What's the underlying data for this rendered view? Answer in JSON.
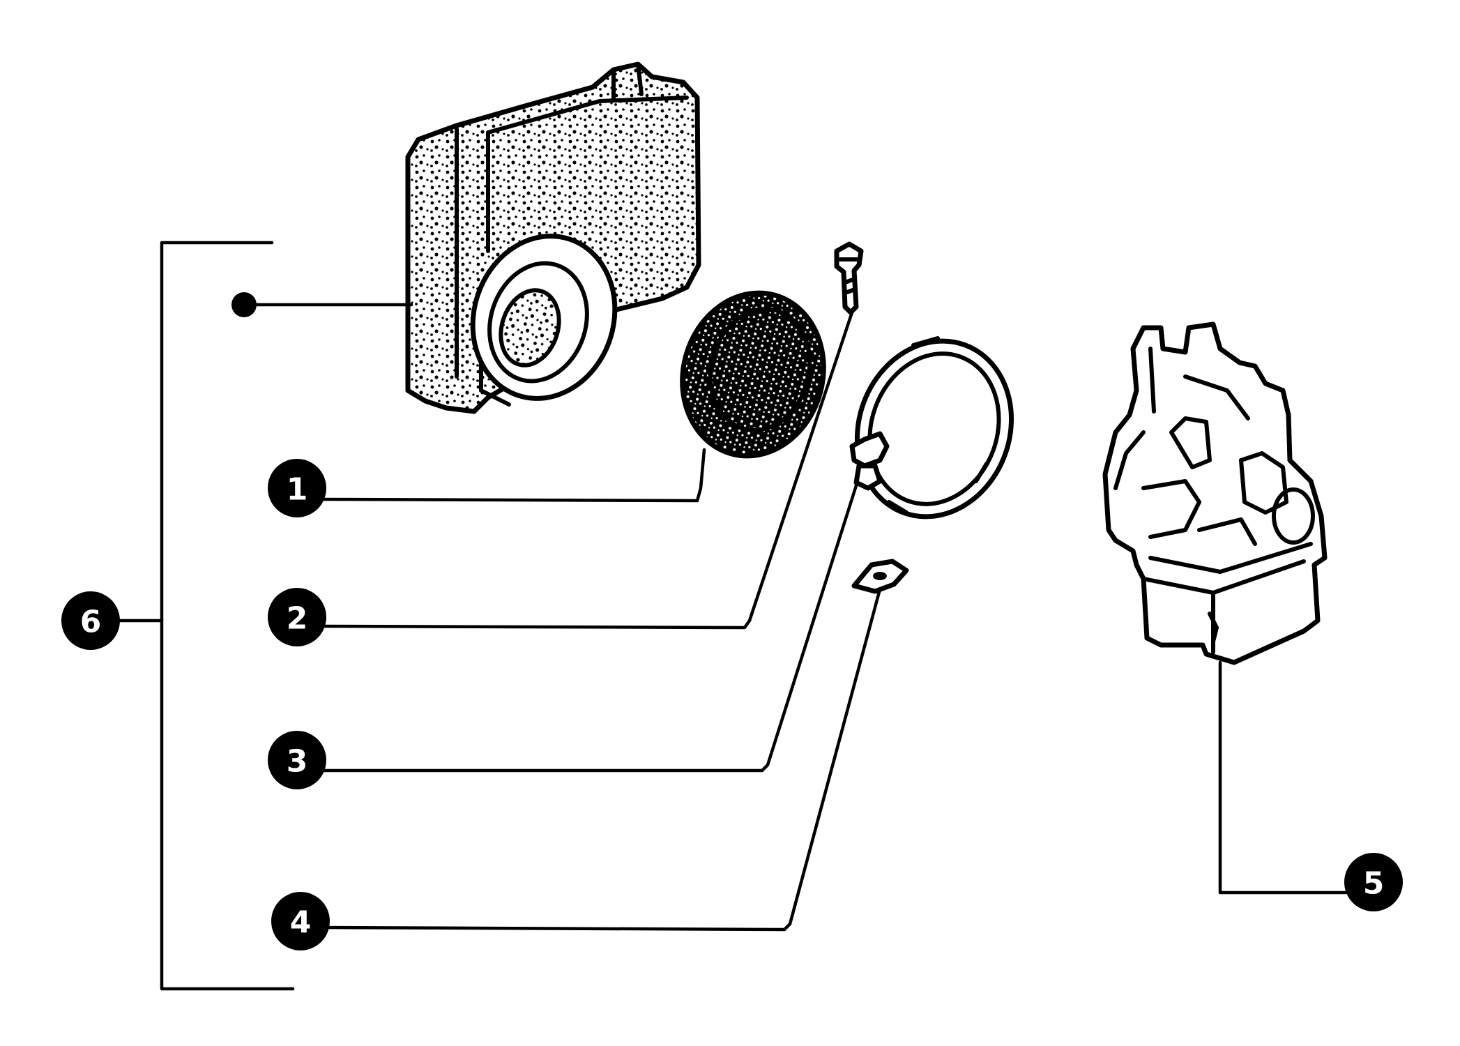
{
  "diagram": {
    "callouts": [
      {
        "id": "1",
        "label": "1",
        "part": "filter-element"
      },
      {
        "id": "2",
        "label": "2",
        "part": "screw"
      },
      {
        "id": "3",
        "label": "3",
        "part": "hose-clamp"
      },
      {
        "id": "4",
        "label": "4",
        "part": "washer"
      },
      {
        "id": "5",
        "label": "5",
        "part": "carburetor"
      },
      {
        "id": "6",
        "label": "6",
        "part": "air-filter-assembly"
      }
    ],
    "colors": {
      "ink": "#000000",
      "paper": "#ffffff"
    }
  }
}
